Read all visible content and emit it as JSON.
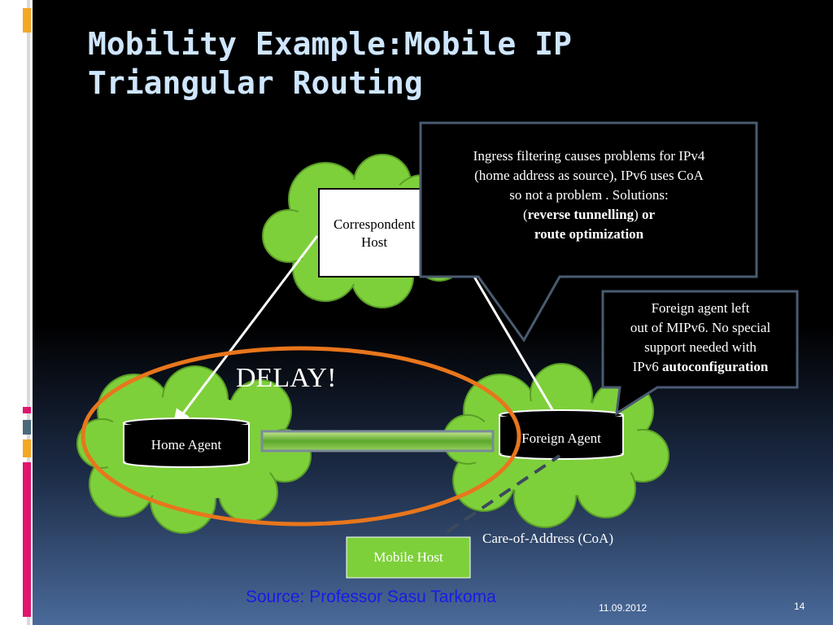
{
  "title": {
    "line1": "Mobility Example:Mobile IP",
    "line2": "Triangular Routing"
  },
  "nodes": {
    "correspondent_host": {
      "line1": "Correspondent",
      "line2": "Host"
    },
    "home_agent": "Home Agent",
    "foreign_agent": "Foreign Agent",
    "mobile_host": "Mobile Host",
    "care_of_address": "Care-of-Address (CoA)"
  },
  "delay_label": "DELAY!",
  "callout_ingress": {
    "line1": "Ingress filtering causes problems for IPv4",
    "line2": "(home address as source), IPv6 uses CoA",
    "line3": "so not a problem . Solutions:",
    "line4_open": "(",
    "line4_bold1": "reverse tunnelling",
    "line4_close": ")",
    "line4_bold2": " or",
    "line5_bold": "route optimization"
  },
  "callout_foreign": {
    "line1": "Foreign agent left",
    "line2": "out of MIPv6. No special",
    "line3": "support needed with",
    "line4_plain": "IPv6 ",
    "line4_bold": "autoconfiguration"
  },
  "source": "Source: Professor Sasu Tarkoma",
  "footer": {
    "date": "11.09.2012",
    "page": "14"
  },
  "colors": {
    "cloud": "#7ed03b",
    "ellipse": "#e8761c",
    "title": "#cfe6ff",
    "source": "#1a1ae6",
    "callout_border": "#4a5a70"
  }
}
